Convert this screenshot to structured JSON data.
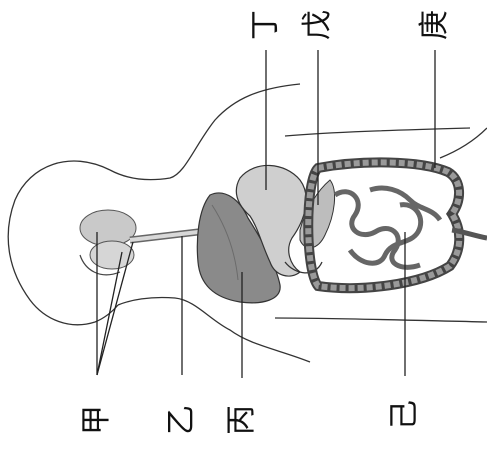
{
  "labels": {
    "jia": "甲",
    "yi": "乙",
    "bing": "丙",
    "ding": "丁",
    "wu": "戊",
    "ji": "己",
    "geng": "庚"
  }
}
